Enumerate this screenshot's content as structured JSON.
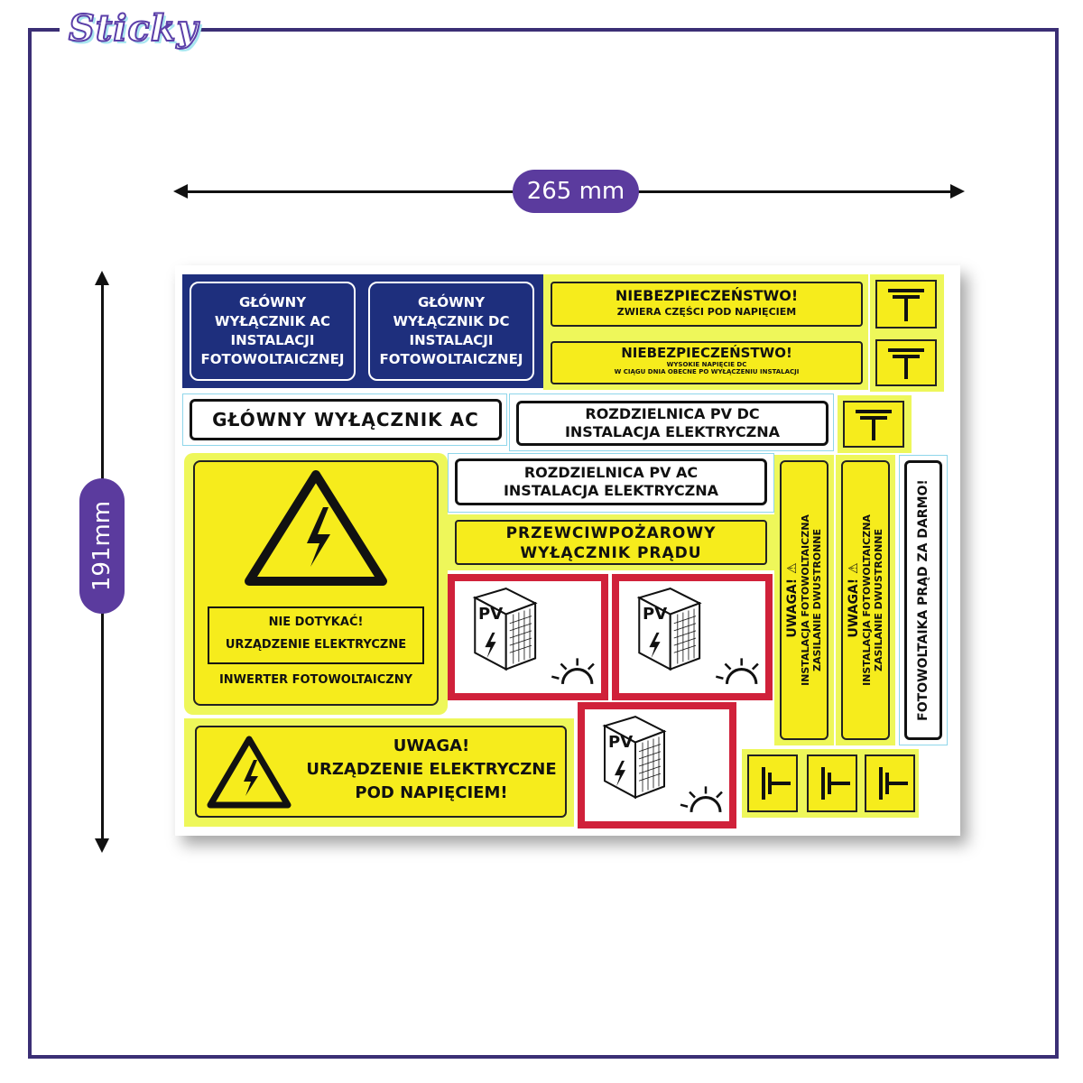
{
  "logo": {
    "text": "Sticky"
  },
  "dimensions": {
    "width_label": "265 mm",
    "height_label": "191mm"
  },
  "colors": {
    "frame": "#3b2f75",
    "pill": "#5b3b9e",
    "navy": "#1e2f7d",
    "yellow": "#f6ec1c",
    "red": "#d0213a"
  },
  "stickers": {
    "main_ac": [
      "GŁÓWNY",
      "WYŁĄCZNIK AC",
      "INSTALACJI",
      "FOTOWOLTAICZNEJ"
    ],
    "main_dc": [
      "GŁÓWNY",
      "WYŁĄCZNIK DC",
      "INSTALACJI",
      "FOTOWOLTAICZNEJ"
    ],
    "danger1": {
      "title": "NIEBEZPIECZEŃSTWO!",
      "sub": "ZWIERA CZĘŚCI POD NAPIĘCIEM"
    },
    "danger2": {
      "title": "NIEBEZPIECZEŃSTWO!",
      "sub1": "WYSOKIE NAPIĘCIE DC",
      "sub2": "W CIĄGU DNIA OBECNE PO WYŁĄCZENIU INSTALACJI"
    },
    "main_ac_wide": "GŁÓWNY WYŁĄCZNIK AC",
    "dc_board": [
      "ROZDZIELNICA PV DC",
      "INSTALACJA ELEKTRYCZNA"
    ],
    "ac_board": [
      "ROZDZIELNICA PV AC",
      "INSTALACJA ELEKTRYCZNA"
    ],
    "fire": [
      "PRZEWCIWPOŻAROWY",
      "WYŁĄCZNIK PRĄDU"
    ],
    "inverter": {
      "line1": "NIE DOTYKAĆ!",
      "line2": "URZĄDZENIE ELEKTRYCZNE",
      "line3": "INWERTER FOTOWOLTAICZNY"
    },
    "warning": [
      "UWAGA!",
      "URZĄDZENIE ELEKTRYCZNE",
      "POD NAPIĘCIEM!"
    ],
    "vertical1": [
      "UWAGA! ⚠",
      "INSTALACJA FOTOWOLTAICZNA",
      "ZASILANIE DWUSTRONNE"
    ],
    "vertical2": [
      "UWAGA! ⚠",
      "INSTALACJA FOTOWOLTAICZNA",
      "ZASILANIE DWUSTRONNE"
    ],
    "vertical3": "FOTOWOLTAIKA PRĄD ZA DARMO!",
    "pv_label": "PV"
  },
  "icons": [
    "ground-symbol-icon",
    "high-voltage-warning-icon",
    "solar-panel-icon",
    "sun-icon",
    "lightning-icon"
  ]
}
